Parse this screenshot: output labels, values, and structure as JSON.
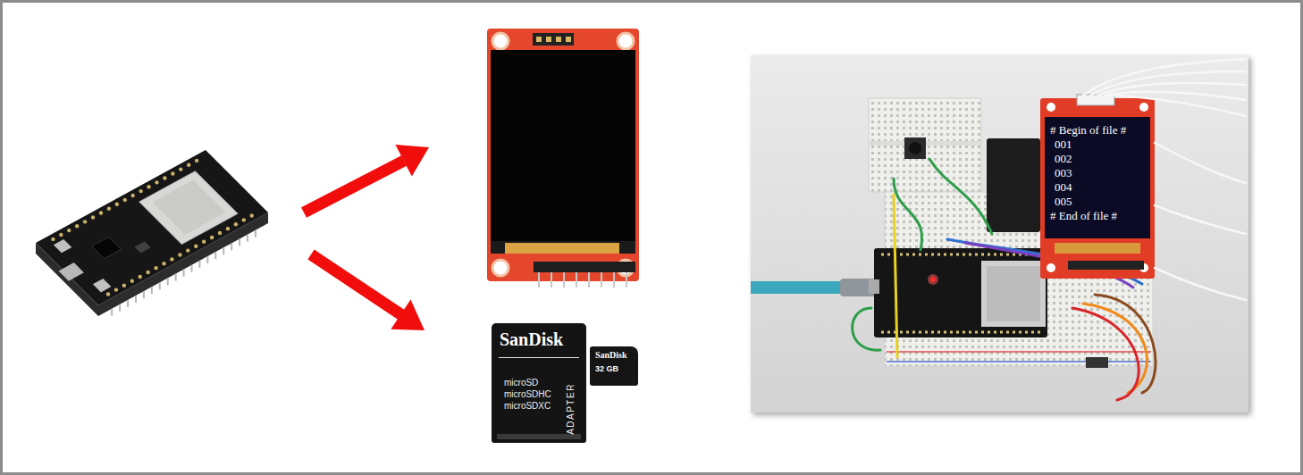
{
  "diagram": {
    "nodes": [
      {
        "text": [
          "SanDisk",
          "microSD microSDHC microSDXC",
          "ADAPTER"
        ]
      },
      {
        "text": [
          "SanDisk",
          "32 GB"
        ]
      },
      {
        "text": [
          "# Begin of file #",
          "001",
          "002",
          "003",
          "004",
          "005",
          "# End of file #"
        ]
      }
    ]
  }
}
